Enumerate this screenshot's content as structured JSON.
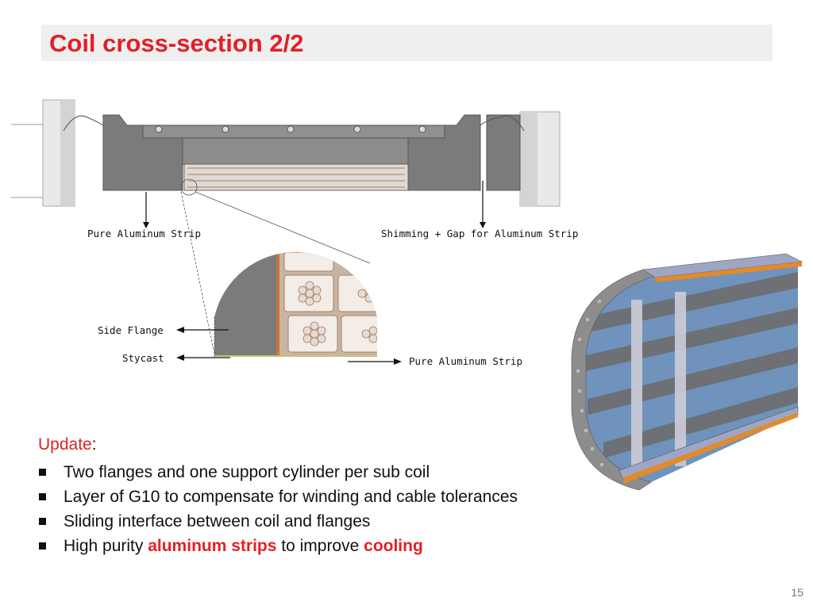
{
  "slide": {
    "title": "Coil cross-section 2/2",
    "page_number": "15"
  },
  "diagram": {
    "labels": {
      "pure_aluminum_strip_top": "Pure Aluminum Strip",
      "shimming_gap": "Shimming + Gap for Aluminum Strip",
      "side_flange": "Side Flange",
      "stycast": "Stycast",
      "pure_aluminum_strip_detail": "Pure Aluminum Strip"
    }
  },
  "update": {
    "heading": "Update",
    "colon": ":",
    "bullets": [
      {
        "text": "Two flanges and one support cylinder per sub coil"
      },
      {
        "text": "Layer of G10 to compensate for winding and cable tolerances"
      },
      {
        "text": "Sliding interface between coil and flanges"
      },
      {
        "pre": "High purity ",
        "hl1": "aluminum strips",
        "mid": " to improve ",
        "hl2": "cooling"
      }
    ]
  },
  "colors": {
    "title_red": "#e41f25",
    "flange_gray": "#7b7b7b",
    "cylinder_blue": "#5f87b5",
    "aluminum_orange": "#e28a2c"
  }
}
